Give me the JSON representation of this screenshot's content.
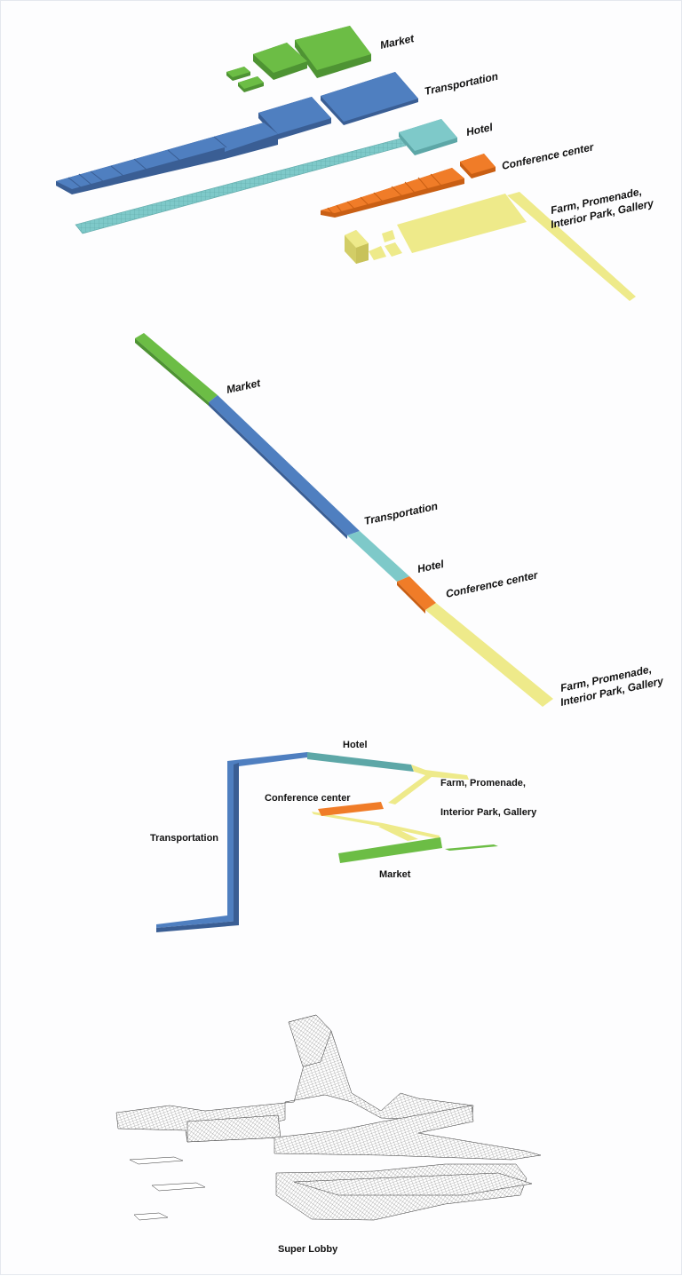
{
  "colors": {
    "market": "#6cbd45",
    "market_dark": "#4e9333",
    "transportation": "#4f7fc0",
    "transportation_dark": "#3a5e94",
    "hotel": "#7ec9c9",
    "hotel_dark": "#5da7a7",
    "conference": "#f07c28",
    "conference_dark": "#c95f14",
    "farm": "#eeea8a",
    "farm_dark": "#d2cd66"
  },
  "exploded_programs": {
    "market": "Market",
    "transportation": "Transportation",
    "hotel": "Hotel",
    "conference": "Conference center",
    "farm_line1": "Farm, Promenade,",
    "farm_line2": "Interior Park, Gallery"
  },
  "linear_sequence": {
    "market": "Market",
    "transportation": "Transportation",
    "hotel": "Hotel",
    "conference": "Conference center",
    "farm_line1": "Farm, Promenade,",
    "farm_line2": "Interior Park, Gallery"
  },
  "stacked_section": {
    "hotel": "Hotel",
    "conference": "Conference center",
    "farm_line1": "Farm, Promenade,",
    "farm_line2": "Interior Park, Gallery",
    "transportation": "Transportation",
    "market": "Market"
  },
  "super_lobby": {
    "title": "Super Lobby"
  }
}
